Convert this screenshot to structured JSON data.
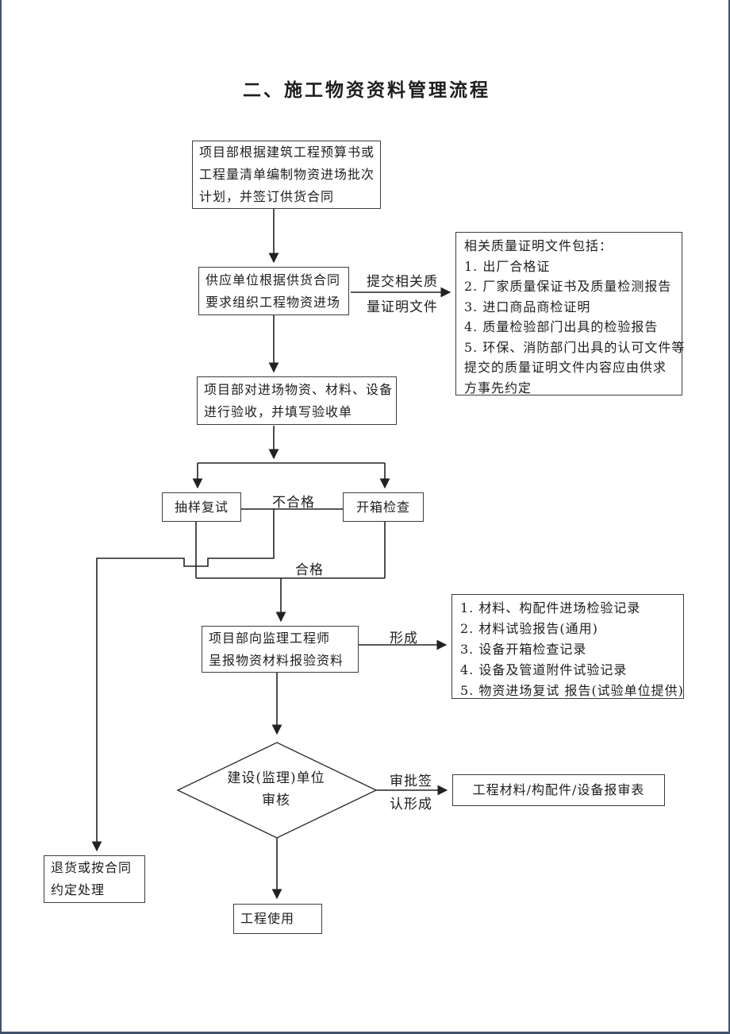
{
  "title": "二、施工物资资料管理流程",
  "colors": {
    "line": "#222222",
    "box_border": "#3d3d3d",
    "text": "#1d1d1d",
    "page_frame": "#42526b",
    "background": "#ffffff"
  },
  "nodes": {
    "plan": {
      "lines": [
        "项目部根据建筑工程预算书或",
        "工程量清单编制物资进场批次",
        "计划，并签订供货合同"
      ]
    },
    "supply": {
      "lines": [
        "供应单位根据供货合同",
        "要求组织工程物资进场"
      ]
    },
    "quality_docs": {
      "lines": [
        "相关质量证明文件包括：",
        "1. 出厂合格证",
        "2. 厂家质量保证书及质量检测报告",
        "3. 进口商品商检证明",
        "4. 质量检验部门出具的检验报告",
        "5. 环保、消防部门出具的认可文件等",
        "提交的质量证明文件内容应由供求",
        "方事先约定"
      ]
    },
    "acceptance": {
      "lines": [
        "项目部对进场物资、材料、设备",
        "进行验收，并填写验收单"
      ]
    },
    "sampling": {
      "label": "抽样复试"
    },
    "unboxing": {
      "label": "开箱检查"
    },
    "submit_report": {
      "lines": [
        "项目部向监理工程师",
        "呈报物资材料报验资料"
      ]
    },
    "records": {
      "lines": [
        "1. 材料、构配件进场检验记录",
        "2. 材料试验报告(通用)",
        "3. 设备开箱检查记录",
        "4. 设备及管道附件试验记录",
        "5. 物资进场复试 报告(试验单位提供)"
      ]
    },
    "review": {
      "lines": [
        "建设(监理)单位",
        "审核"
      ]
    },
    "approval_form": {
      "label": "工程材料/构配件/设备报审表"
    },
    "project_use": {
      "label": "工程使用"
    },
    "return_goods": {
      "lines": [
        "退货或按合同",
        "约定处理"
      ]
    }
  },
  "edge_labels": {
    "submit_line1": "提交相关质",
    "submit_line2": "量证明文件",
    "fail": "不合格",
    "pass": "合格",
    "form": "形成",
    "approve_line1": "审批签",
    "approve_line2": "认形成"
  }
}
